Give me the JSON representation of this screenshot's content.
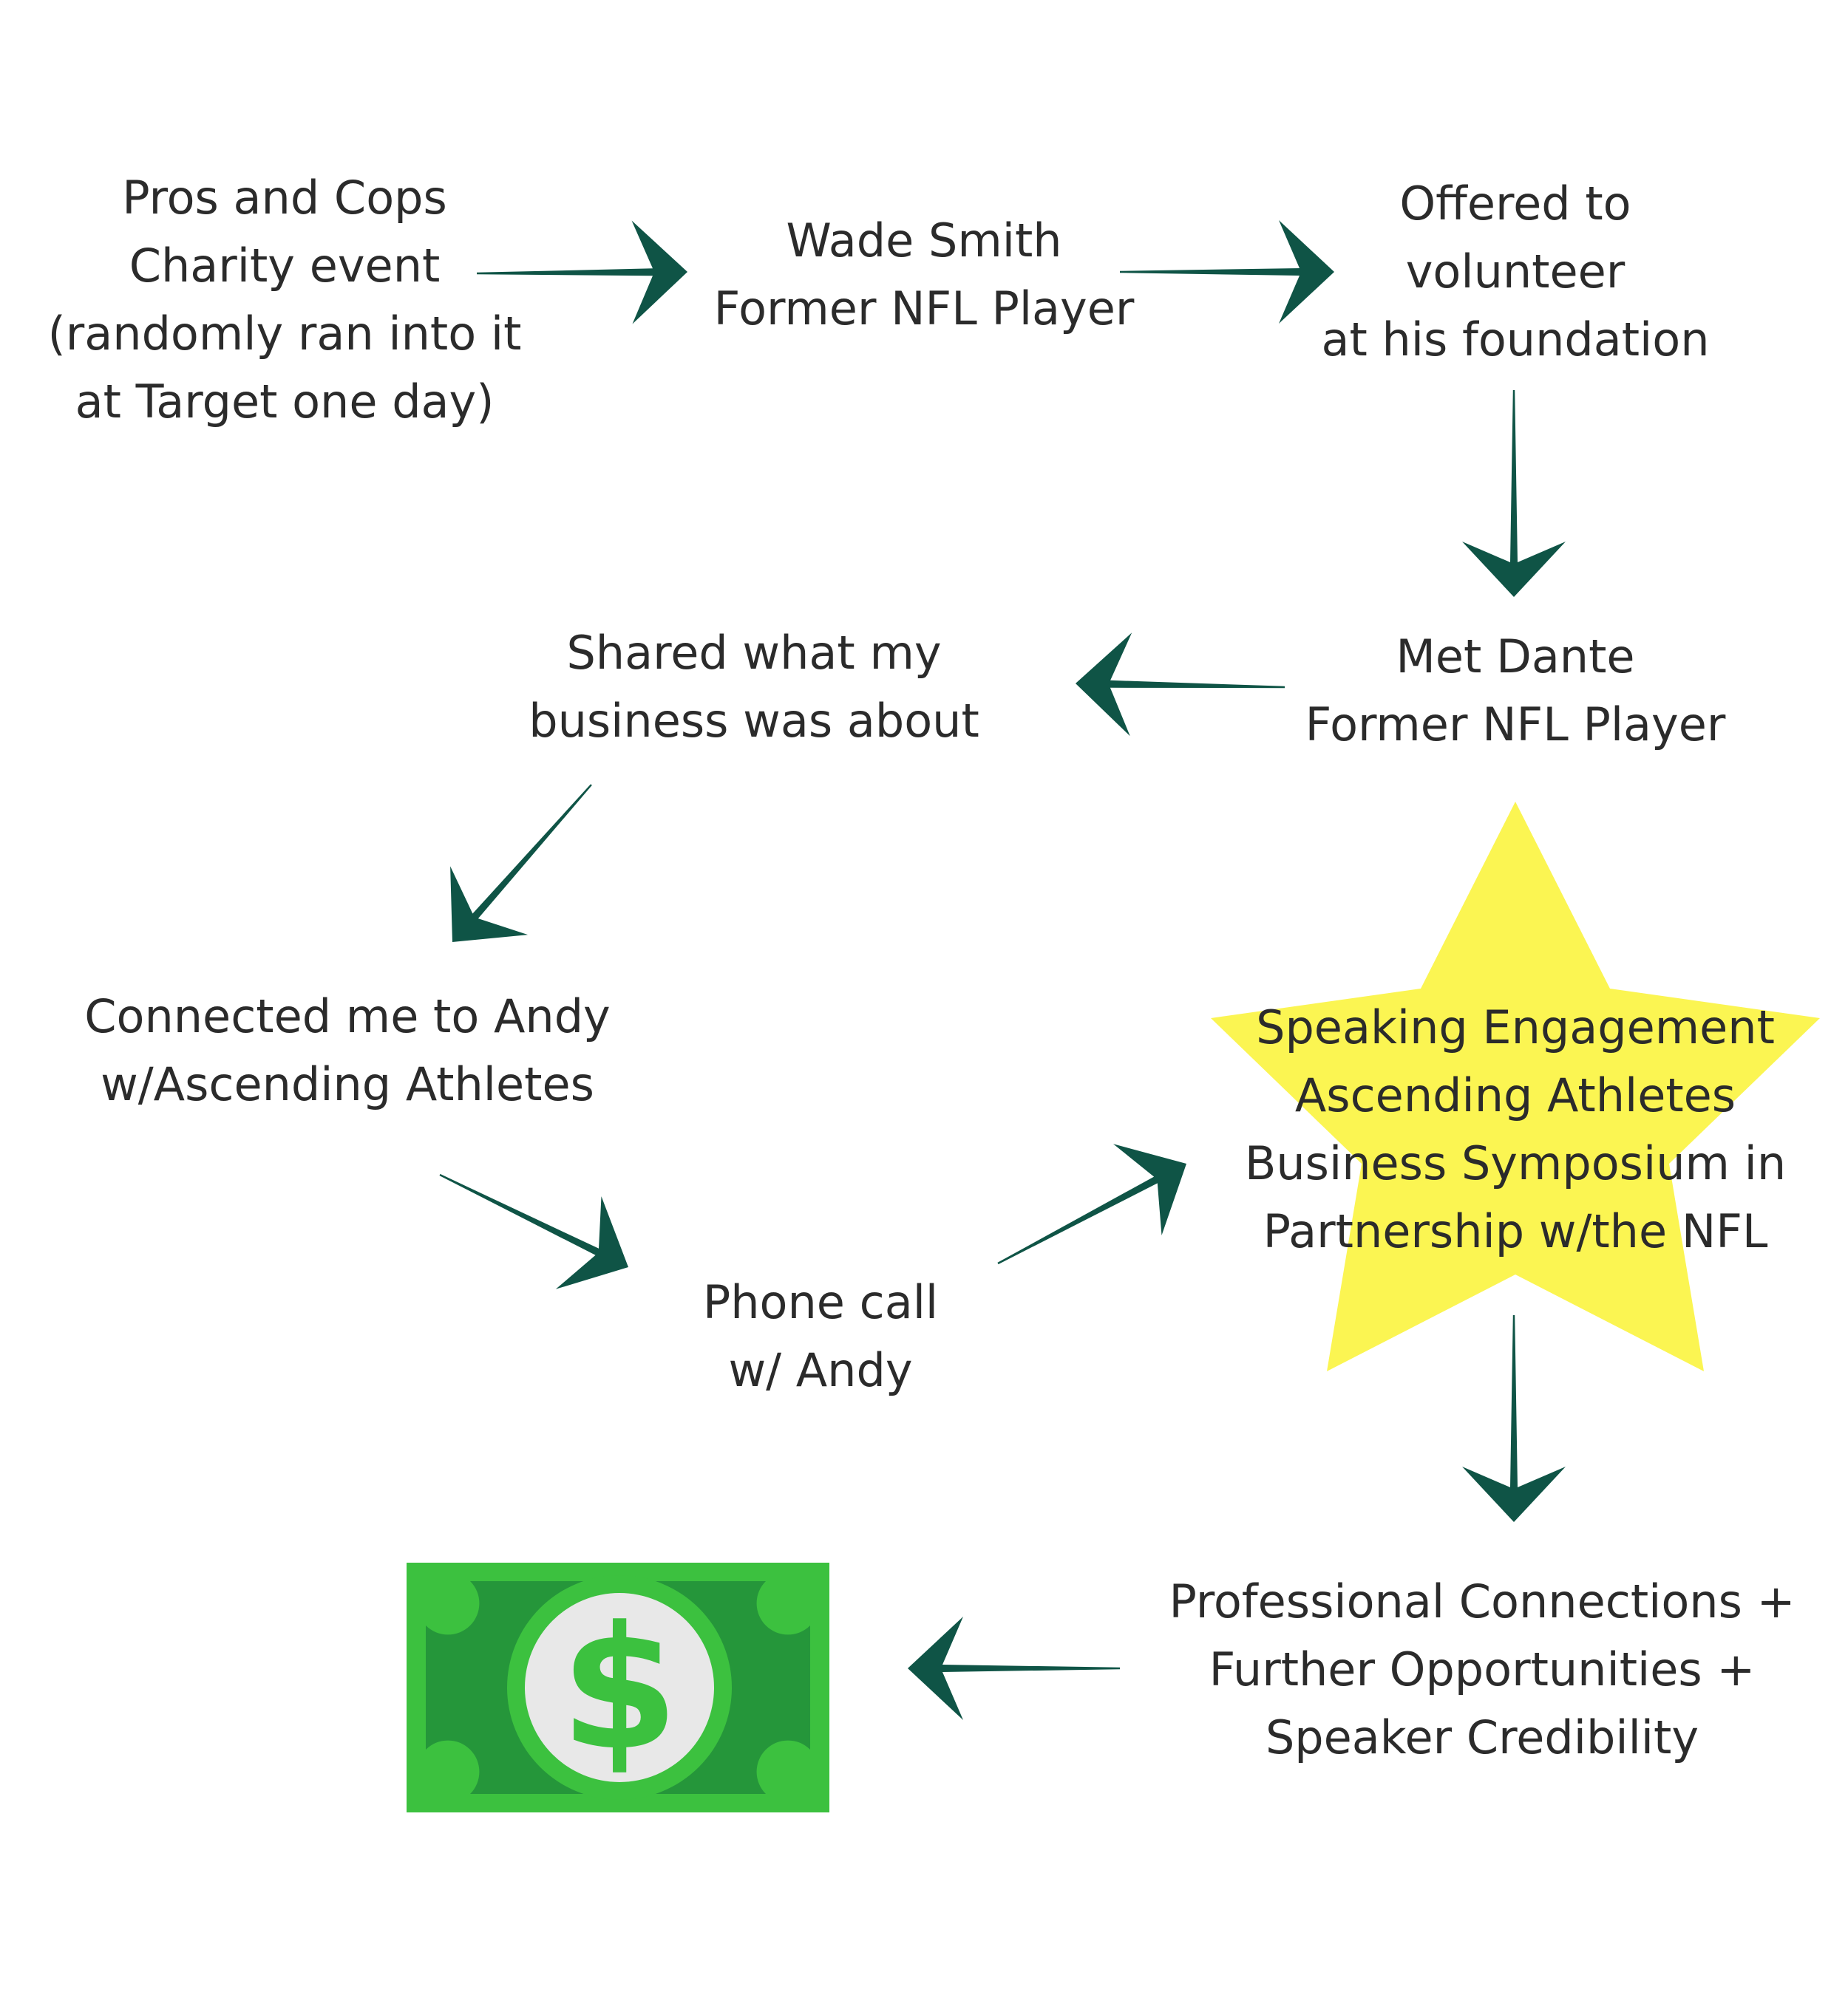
{
  "colors": {
    "arrow": "#0f5446",
    "text": "#2b2b2b",
    "star": "#fbf552",
    "bill_light": "#3cc13f",
    "bill_dark": "#25963a",
    "coin": "#e8e8e8",
    "dollar_sign": "#3cc13f"
  },
  "nodes": {
    "pros_cops": {
      "lines": [
        "Pros and Cops",
        "Charity event",
        "(randomly ran into it",
        "at Target one day)"
      ]
    },
    "wade": {
      "lines": [
        "Wade Smith",
        "Former NFL Player"
      ]
    },
    "volunteer": {
      "lines": [
        "Offered to",
        "volunteer",
        "at his foundation"
      ]
    },
    "dante": {
      "lines": [
        "Met Dante",
        "Former NFL Player"
      ]
    },
    "shared": {
      "lines": [
        "Shared what my",
        "business was about"
      ]
    },
    "connected": {
      "lines": [
        "Connected me to Andy",
        "w/Ascending Athletes"
      ]
    },
    "phone": {
      "lines": [
        "Phone call",
        "w/ Andy"
      ]
    },
    "speaking": {
      "lines": [
        "Speaking Engagement",
        "Ascending Athletes",
        "Business Symposium in",
        "Partnership w/the NFL"
      ]
    },
    "outcomes": {
      "lines": [
        "Professional Connections +",
        "Further Opportunities +",
        "Speaker Credibility"
      ]
    }
  },
  "icons": {
    "star": "star-shape",
    "money": "dollar-bill-icon",
    "money_symbol": "$"
  }
}
